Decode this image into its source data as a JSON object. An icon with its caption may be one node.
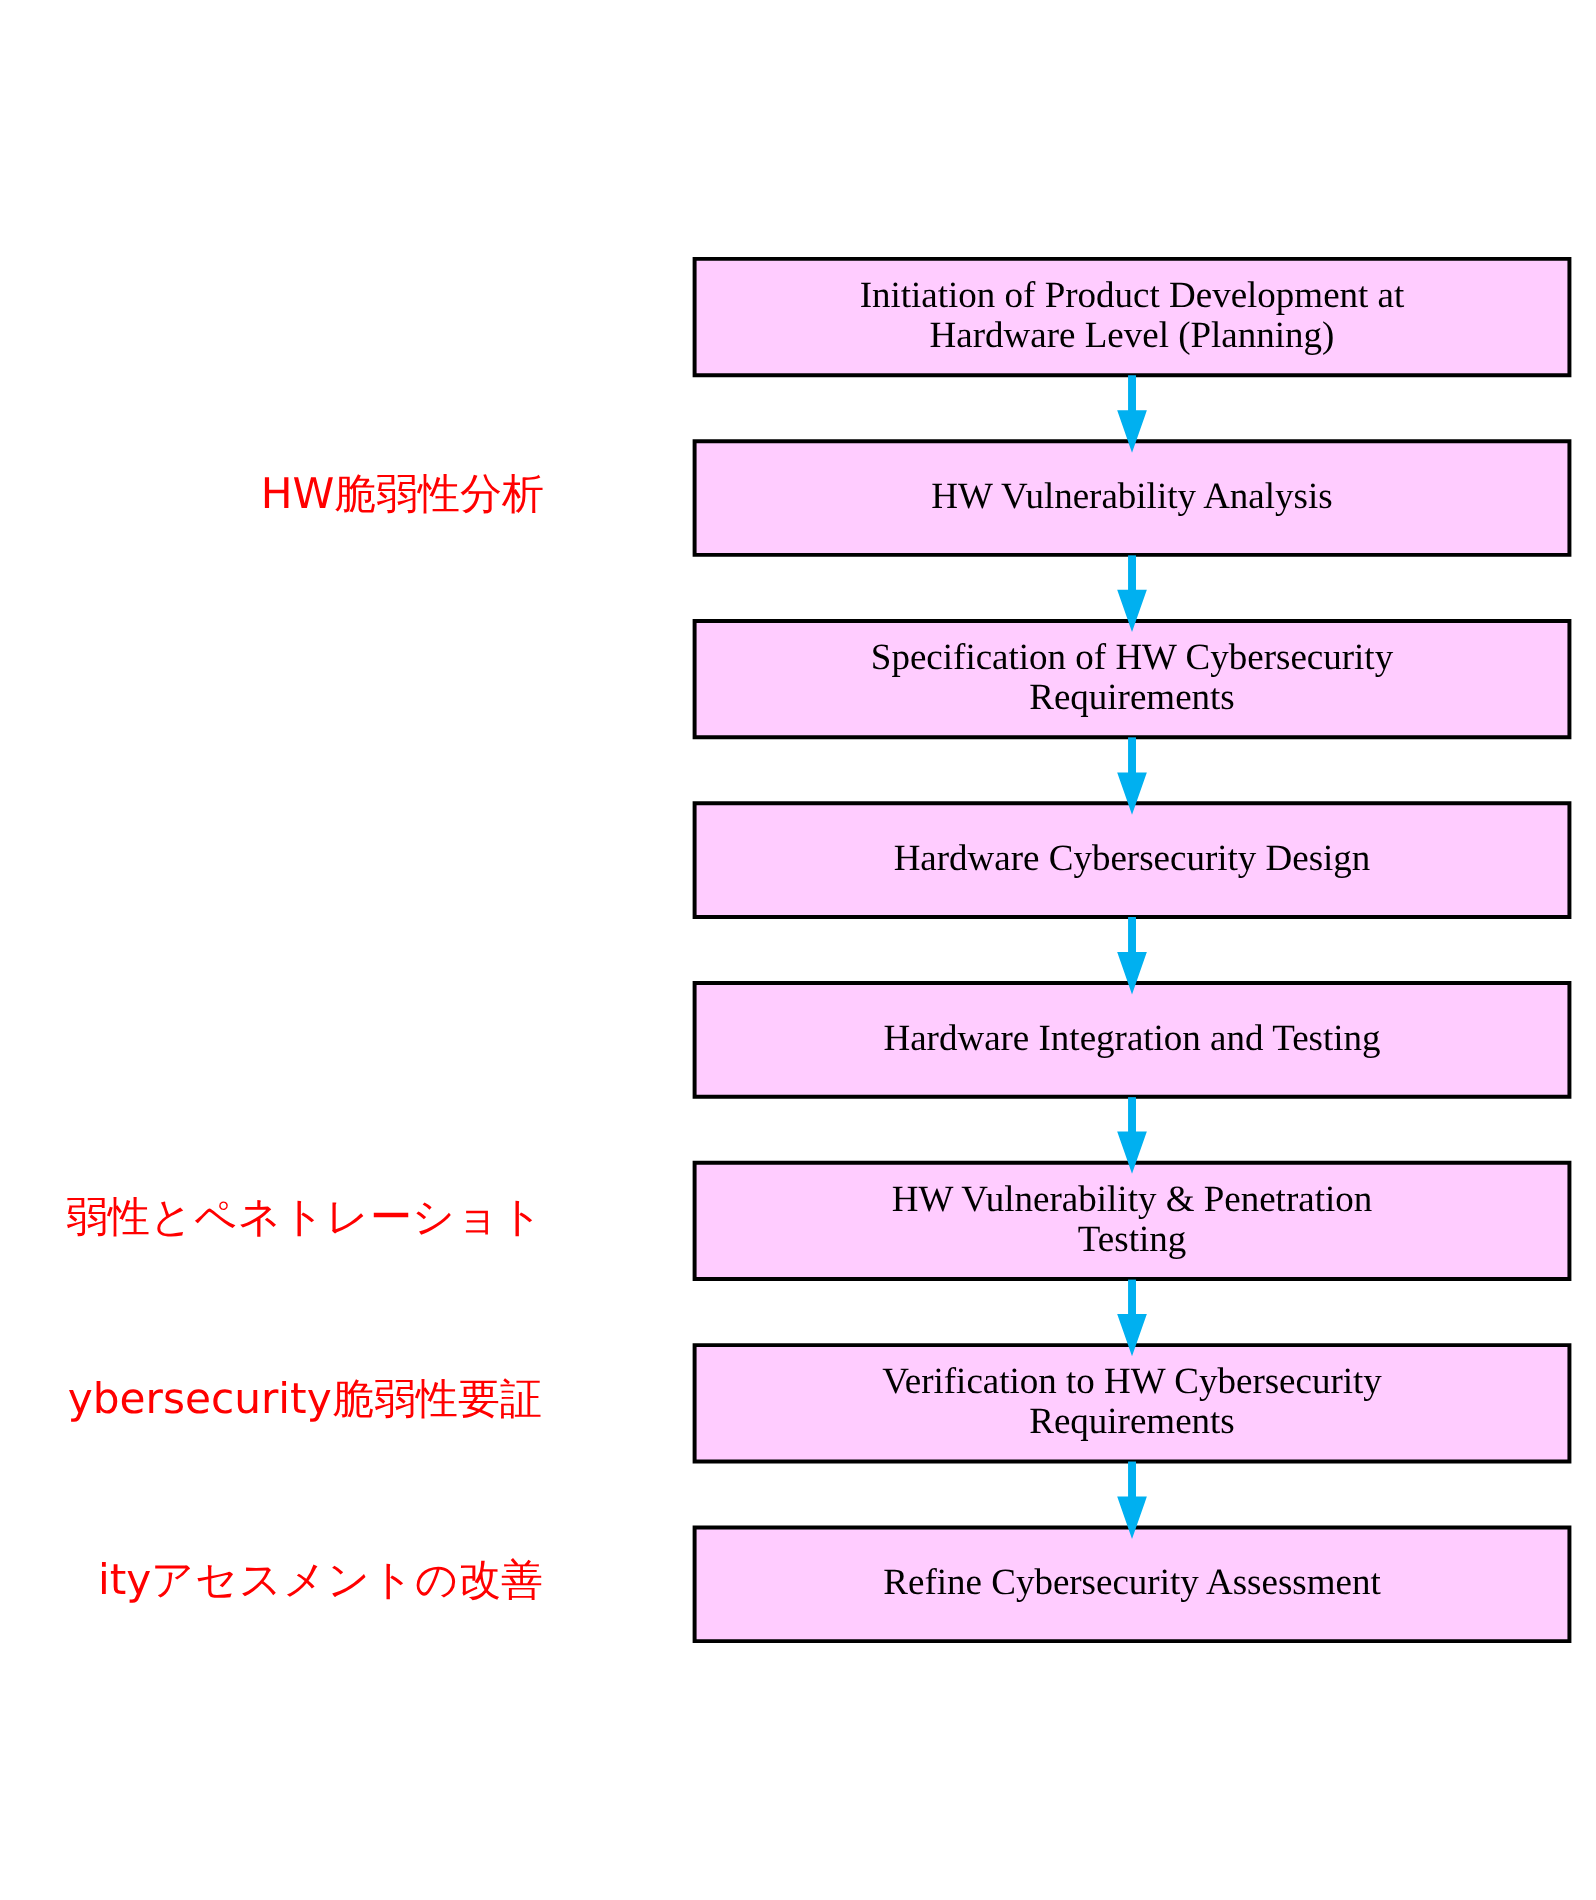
{
  "diagram": {
    "nodes": [
      {
        "text": [
          "Initiation of Product Development at Hardware Level (Planning)"
        ]
      },
      {
        "text": [
          "HW Vulnerability Analysis"
        ],
        "beside": [
          "HW脆弱性分析"
        ]
      },
      {
        "text": [
          "Specification of HW Cybersecurity Requirements"
        ]
      },
      {
        "text": [
          "Hardware Cybersecurity Design"
        ]
      },
      {
        "text": [
          "Hardware Integration and Testing"
        ]
      },
      {
        "text": [
          "HW Vulnerability & Penetration Testing"
        ],
        "beside": [
          "弱性とペネトレーショト"
        ]
      },
      {
        "text": [
          "Verification to HW Cybersecurity Requirements"
        ],
        "beside": [
          "ybersecurity脆弱性要証"
        ]
      },
      {
        "text": [
          "Refine Cybersecurity Assessment"
        ],
        "beside": [
          "ityアセスメントの改善"
        ]
      }
    ],
    "edges": [
      {
        "from": 0,
        "to": 1,
        "arrow": "to"
      },
      {
        "from": 1,
        "to": 2,
        "arrow": "to"
      },
      {
        "from": 2,
        "to": 3,
        "arrow": "to"
      },
      {
        "from": 3,
        "to": 4,
        "arrow": "to"
      },
      {
        "from": 4,
        "to": 5,
        "arrow": "to"
      },
      {
        "from": 5,
        "to": 6,
        "arrow": "to"
      },
      {
        "from": 6,
        "to": 7,
        "arrow": "to"
      }
    ]
  }
}
